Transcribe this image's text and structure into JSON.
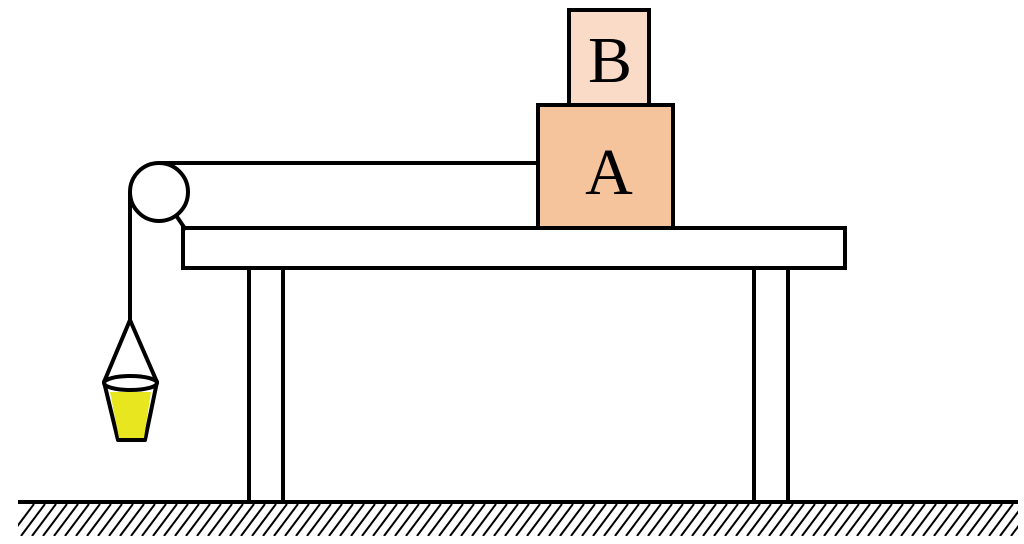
{
  "diagram": {
    "blocks": {
      "a": {
        "label": "A"
      },
      "b": {
        "label": "B"
      }
    }
  },
  "colors": {
    "line": "#000000",
    "background": "#ffffff",
    "block_a_fill": "#f5c49c",
    "block_b_fill": "#fadbc8",
    "liquid_fill": "#e8e61e",
    "pulley_fill": "#ffffff"
  },
  "icons": {
    "pulley": "pulley-icon",
    "bucket": "bucket-icon",
    "ground": "ground-hatching"
  }
}
